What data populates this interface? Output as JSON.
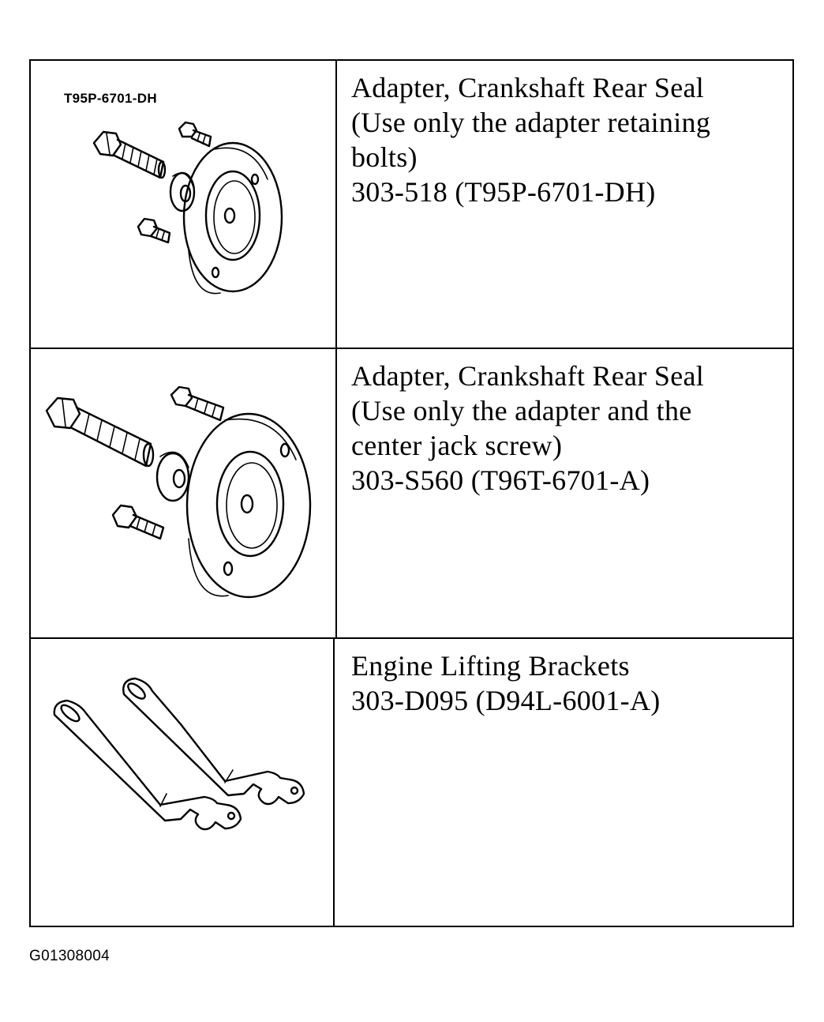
{
  "tools": [
    {
      "tag": "T95P-6701-DH",
      "lines": [
        "Adapter, Crankshaft Rear Seal",
        "(Use only the adapter retaining",
        "bolts)",
        "303-518 (T95P-6701-DH)"
      ],
      "icon": "seal-adapter-icon"
    },
    {
      "lines": [
        "Adapter, Crankshaft Rear Seal",
        "(Use only the adapter and the",
        "center jack screw)",
        "303-S560 (T96T-6701-A)"
      ],
      "icon": "seal-adapter-jack-screw-icon"
    },
    {
      "lines": [
        "Engine Lifting Brackets",
        "303-D095 (D94L-6001-A)"
      ],
      "icon": "lifting-brackets-icon"
    }
  ],
  "figure_code": "G01308004"
}
